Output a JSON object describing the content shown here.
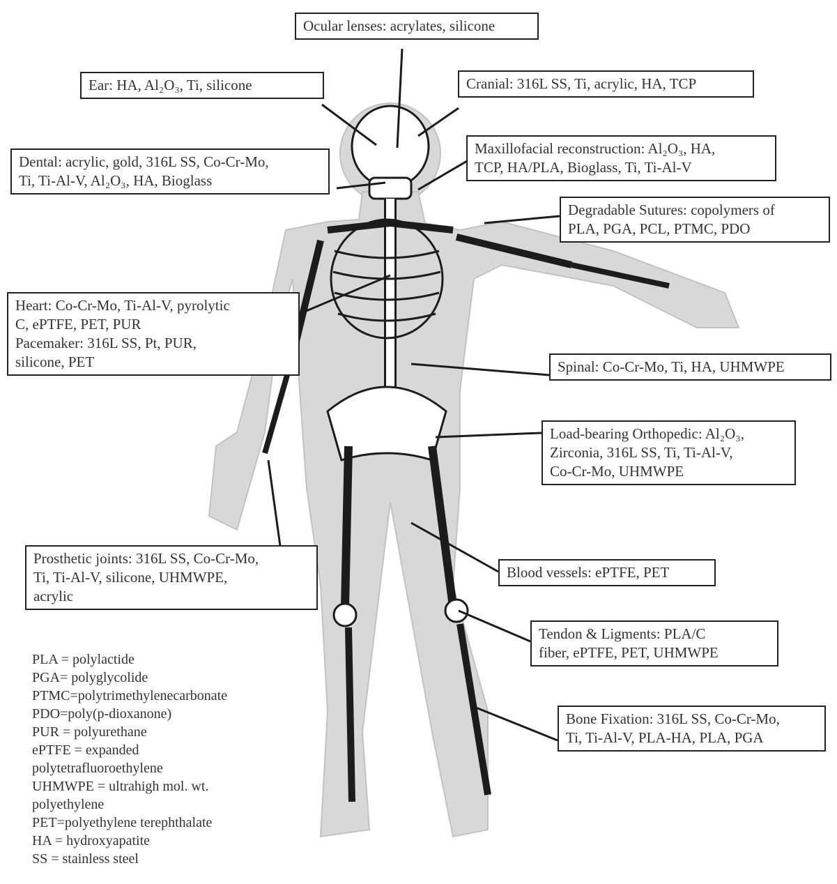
{
  "labels": {
    "ocular": [
      "Ocular lenses: acrylates, silicone"
    ],
    "ear": [
      "Ear: HA, Al₂O₃, Ti, silicone"
    ],
    "cranial": [
      "Cranial: 316L SS, Ti, acrylic, HA, TCP"
    ],
    "dental": [
      "Dental: acrylic, gold, 316L SS, Co-Cr-Mo,",
      "Ti, Ti-Al-V, Al₂O₃, HA, Bioglass"
    ],
    "maxillofacial": [
      "Maxillofacial reconstruction: Al₂O₃, HA,",
      "TCP, HA/PLA, Bioglass, Ti, Ti-Al-V"
    ],
    "sutures": [
      "Degradable Sutures: copolymers of",
      "PLA, PGA, PCL, PTMC, PDO"
    ],
    "heart": [
      "Heart: Co-Cr-Mo, Ti-Al-V, pyrolytic",
      "C, ePTFE, PET, PUR",
      "Pacemaker: 316L SS, Pt, PUR,",
      "silicone, PET"
    ],
    "spinal": [
      "Spinal: Co-Cr-Mo, Ti, HA, UHMWPE"
    ],
    "orthopedic": [
      "Load-bearing Orthopedic: Al₂O₃,",
      "Zirconia, 316L SS, Ti, Ti-Al-V,",
      "Co-Cr-Mo, UHMWPE"
    ],
    "prosthetic": [
      "Prosthetic joints: 316L SS, Co-Cr-Mo,",
      "Ti, Ti-Al-V, silicone, UHMWPE,",
      "acrylic"
    ],
    "blood": [
      "Blood vessels: ePTFE, PET"
    ],
    "tendon": [
      "Tendon & Ligments: PLA/C",
      "fiber, ePTFE, PET, UHMWPE"
    ],
    "bone": [
      "Bone Fixation: 316L SS, Co-Cr-Mo,",
      "Ti, Ti-Al-V, PLA-HA, PLA, PGA"
    ]
  },
  "legend": [
    "PLA = polylactide",
    "PGA= polyglycolide",
    "PTMC=polytrimethylenecarbonate",
    "PDO=poly(p-dioxanone)",
    "PUR = polyurethane",
    "ePTFE = expanded",
    "polytetrafluoroethylene",
    "UHMWPE = ultrahigh mol. wt.",
    "polyethylene",
    "PET=polyethylene terephthalate",
    "HA = hydroxyapatite",
    "SS = stainless steel"
  ]
}
